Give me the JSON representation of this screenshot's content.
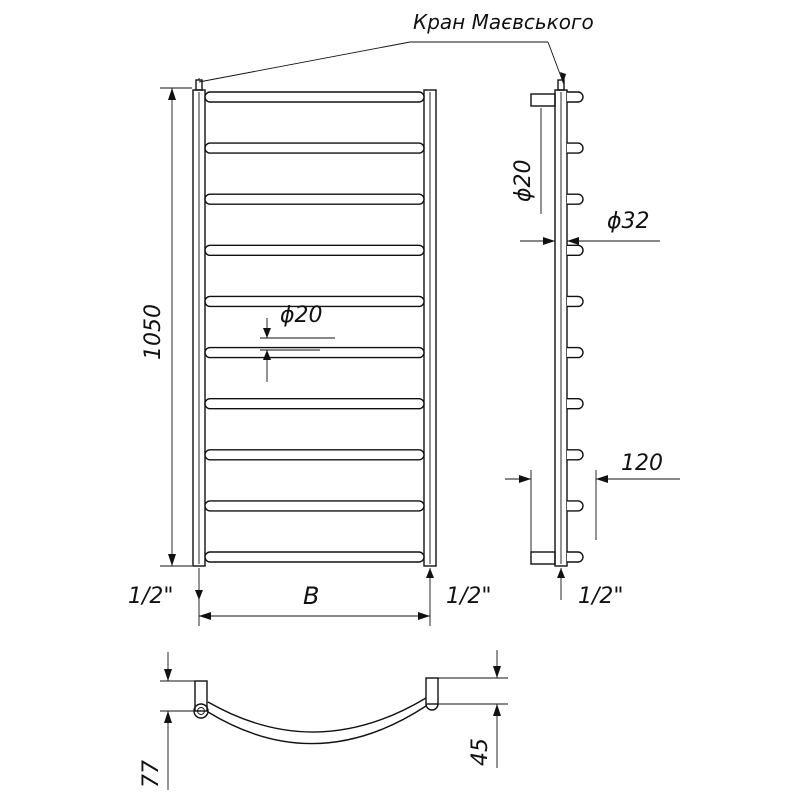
{
  "labels": {
    "valve": "Кран Маєвського",
    "height": "1050",
    "rung_diameter": "ϕ20",
    "side_rung_diameter": "ϕ20",
    "collector_diameter": "ϕ32",
    "depth": "120",
    "width": "B",
    "inlet_left": "1/2\"",
    "inlet_right": "1/2\"",
    "inlet_side": "1/2\"",
    "offset_left": "77",
    "offset_right": "45"
  },
  "rung_count": 10
}
